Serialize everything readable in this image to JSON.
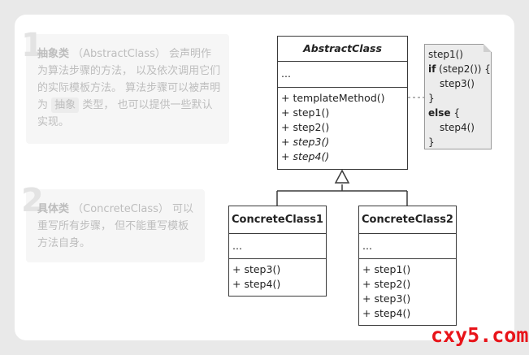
{
  "steps": [
    {
      "number": "1",
      "title": "抽象类",
      "text_before": "（AbstractClass） 会声明作为算法步骤的方法， 以及依次调用它们的实际模板方法。 算法步骤可以被声明为",
      "keyword": "抽象",
      "text_after": "类型， 也可以提供一些默认实现。"
    },
    {
      "number": "2",
      "title": "具体类",
      "text_before": "（ConcreteClass） 可以重写所有步骤， 但不能重写模板方法自身。"
    }
  ],
  "abstract_class": {
    "name": "AbstractClass",
    "fields": "...",
    "methods": [
      "+ templateMethod()",
      "+ step1()",
      "+ step2()",
      "+ step3()",
      "+ step4()"
    ]
  },
  "note": {
    "lines": [
      "step1()",
      "if",
      " (step2()) {",
      "step3()",
      "}",
      "else",
      " {",
      "step4()",
      "}"
    ]
  },
  "concrete_class1": {
    "name": "ConcreteClass1",
    "fields": "...",
    "methods": [
      "+ step3()",
      "+ step4()"
    ]
  },
  "concrete_class2": {
    "name": "ConcreteClass2",
    "fields": "...",
    "methods": [
      "+ step1()",
      "+ step2()",
      "+ step3()",
      "+ step4()"
    ]
  },
  "watermark": "cxy5.com"
}
